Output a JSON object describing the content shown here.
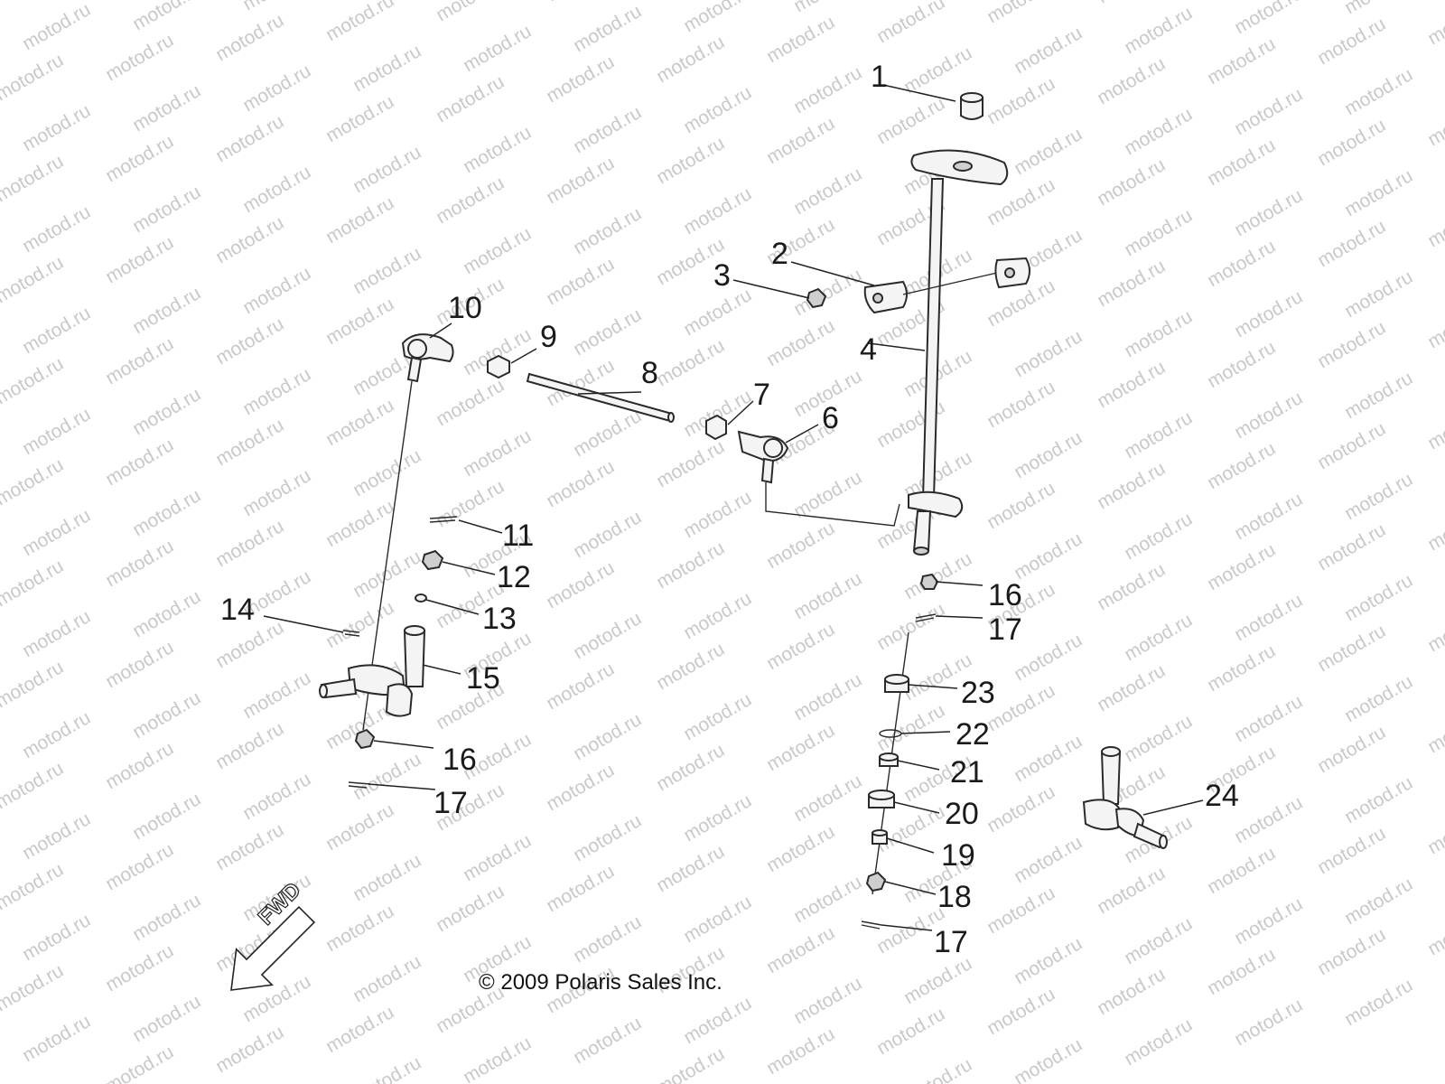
{
  "callouts": {
    "c1": "1",
    "c2": "2",
    "c3": "3",
    "c4": "4",
    "c6": "6",
    "c7": "7",
    "c8": "8",
    "c9": "9",
    "c10": "10",
    "c11": "11",
    "c12": "12",
    "c13": "13",
    "c14": "14",
    "c15": "15",
    "c16a": "16",
    "c16b": "16",
    "c17a": "17",
    "c17b": "17",
    "c17c": "17",
    "c18": "18",
    "c19": "19",
    "c20": "20",
    "c21": "21",
    "c22": "22",
    "c23": "23",
    "c24": "24"
  },
  "copyright": "© 2009 Polaris Sales Inc.",
  "direction_label": "FWD",
  "watermark": "motod.ru"
}
